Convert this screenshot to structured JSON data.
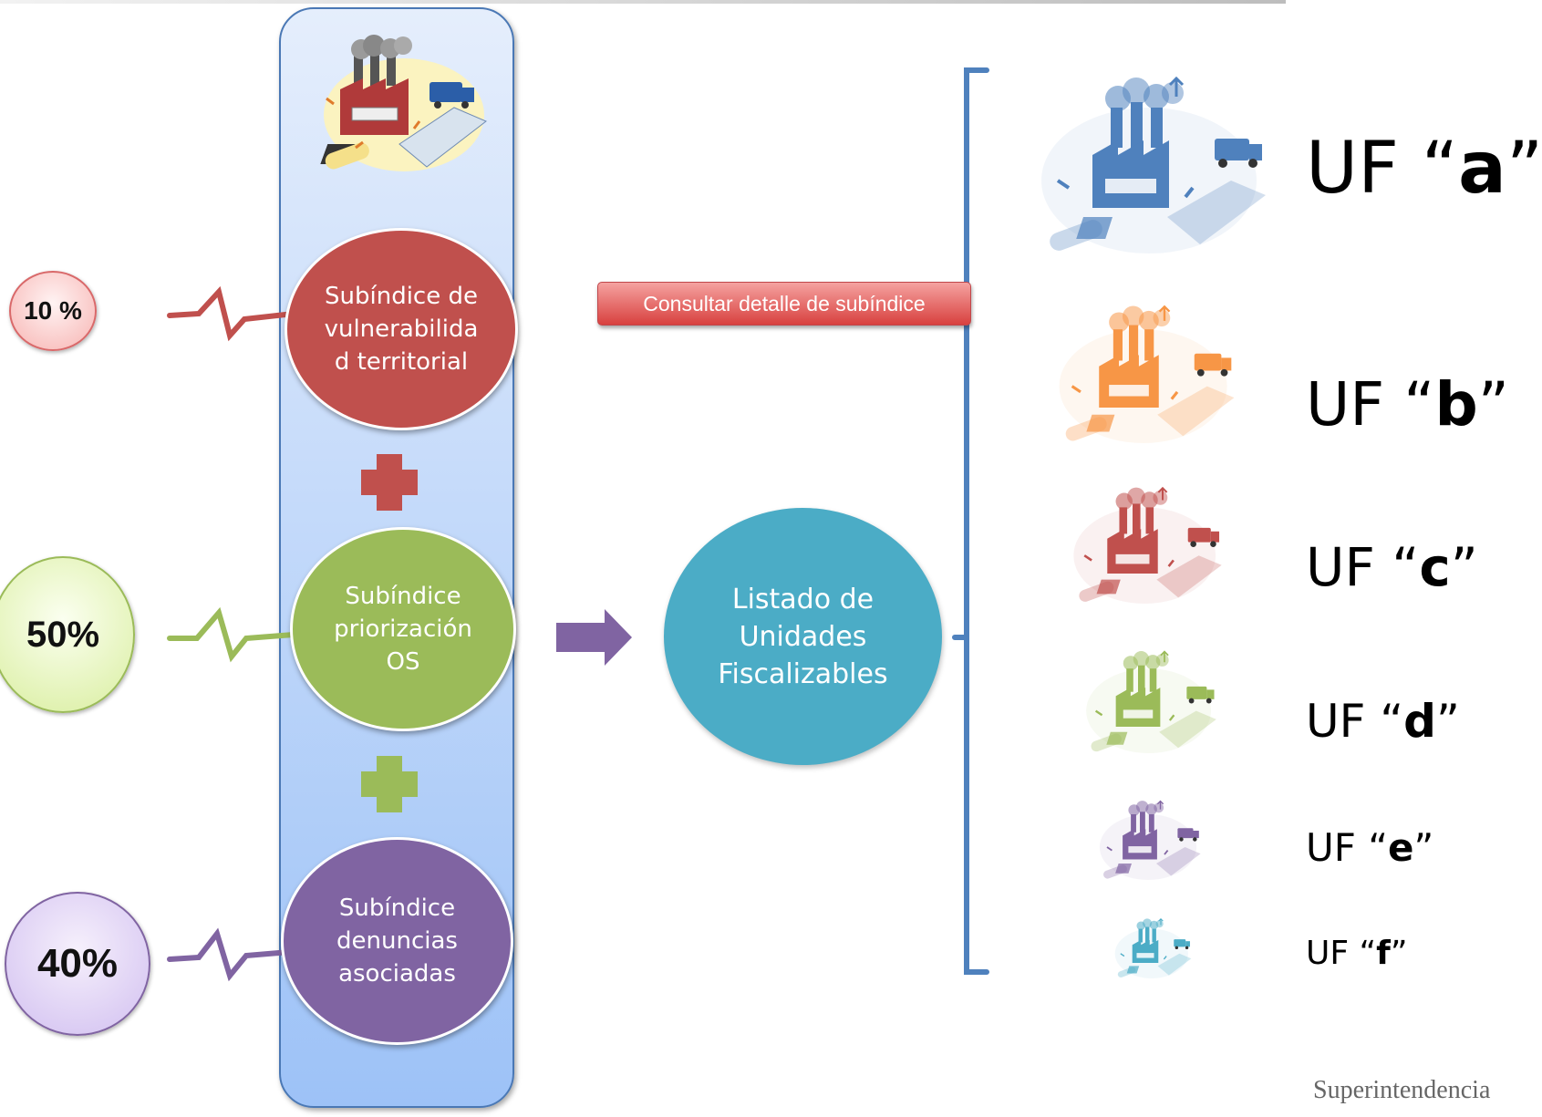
{
  "weights": [
    {
      "label": "10 %",
      "color": "#c0504d"
    },
    {
      "label": "50%",
      "color": "#9bbb59"
    },
    {
      "label": "40%",
      "color": "#8064a2"
    }
  ],
  "subindices": [
    {
      "label": "Subíndice de\nvulnerabilida\nd territorial",
      "color": "#c0504d"
    },
    {
      "label": "Subíndice\npriorización\nOS",
      "color": "#9bbb59"
    },
    {
      "label": "Subíndice\ndenuncias\nasociadas",
      "color": "#8064a2"
    }
  ],
  "detail_button": {
    "label": "Consultar detalle de subíndice"
  },
  "result": {
    "label": "Listado de\nUnidades\nFiscalizables",
    "color": "#4bacc6"
  },
  "units": [
    {
      "prefix": "UF ",
      "letter": "a",
      "color": "#4f81bd"
    },
    {
      "prefix": "UF ",
      "letter": "b",
      "color": "#f79646"
    },
    {
      "prefix": "UF ",
      "letter": "c",
      "color": "#c0504d"
    },
    {
      "prefix": "UF ",
      "letter": "d",
      "color": "#9bbb59"
    },
    {
      "prefix": "UF ",
      "letter": "e",
      "color": "#8064a2"
    },
    {
      "prefix": "UF ",
      "letter": "f",
      "color": "#4bacc6"
    }
  ],
  "footer": {
    "line1": "Superintendencia"
  },
  "colors": {
    "panel_border": "#4a78b5",
    "bracket": "#4f81bd",
    "arrow": "#8064a2"
  }
}
